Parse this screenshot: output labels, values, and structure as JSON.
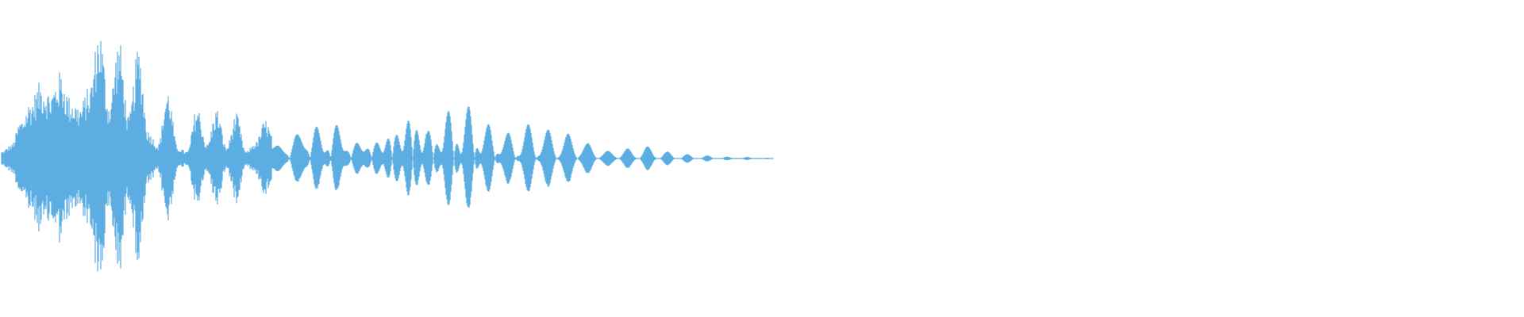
{
  "waveform": {
    "color": "#5dade2",
    "background": "#ffffff",
    "description_icon": "audio-waveform-icon",
    "envelope_peaks": [
      0.05,
      0.1,
      0.28,
      0.42,
      0.55,
      0.48,
      0.62,
      0.44,
      0.38,
      0.52,
      0.95,
      0.4,
      0.86,
      0.3,
      0.8,
      0.2,
      0.1,
      0.5,
      0.08,
      0.05,
      0.38,
      0.1,
      0.36,
      0.08,
      0.32,
      0.05,
      0.12,
      0.28,
      0.1,
      0.06,
      0.2,
      0.1,
      0.3,
      0.05,
      0.35,
      0.06,
      0.18,
      0.05,
      0.22,
      0.04,
      0.4,
      0.05,
      0.62,
      0.04,
      0.42,
      0.05,
      0.62,
      0.04,
      0.6,
      0.05,
      0.35,
      0.05,
      0.24,
      0.04,
      0.3,
      0.05,
      0.24,
      0.04,
      0.2,
      0.05,
      0.12,
      0.02,
      0.06,
      0.02,
      0.08,
      0.01,
      0.1,
      0.01,
      0.06,
      0.0,
      0.04,
      0.0,
      0.03,
      0.0,
      0.02,
      0.0,
      0.02,
      0.0,
      0.01,
      0.0
    ]
  }
}
